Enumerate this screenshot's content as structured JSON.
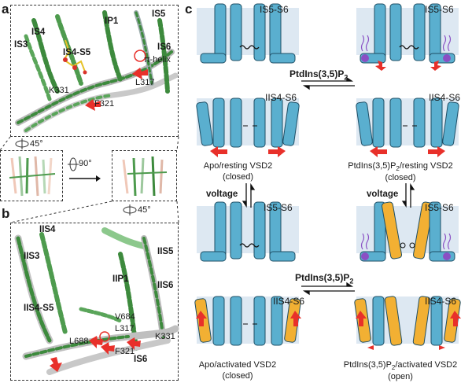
{
  "panels": {
    "a": "a",
    "b": "b",
    "c": "c"
  },
  "panel_a": {
    "labels": {
      "is3": "IS3",
      "is4": "IS4",
      "is4s5": "IS4-S5",
      "ip1": "IP1",
      "is5": "IS5",
      "is6": "IS6",
      "pihelix": "π-helix",
      "l317": "L317",
      "k331": "K331",
      "f321": "F321"
    }
  },
  "rotations": {
    "r45_a": "45°",
    "r90": "90°",
    "r45_b": "45°"
  },
  "panel_b": {
    "labels": {
      "iis4": "IIS4",
      "iis3": "IIS3",
      "iis4s5": "IIS4-S5",
      "iip1": "IIP1",
      "iis5": "IIS5",
      "iis6": "IIS6",
      "v684": "V684",
      "l317": "L317",
      "k331": "K331",
      "l688": "L688",
      "f321": "F321",
      "is6": "IS6"
    }
  },
  "panel_c": {
    "seg_top": "IS5-S6",
    "seg_bot": "IIS4-S6",
    "ligand": "PtdIns(3,5)P",
    "ligand_sub": "2",
    "voltage": "voltage",
    "states": {
      "tl": {
        "line1": "Apo/resting VSD2",
        "line2": "(closed)"
      },
      "tr": {
        "pre": "PtdIns(3,5)P",
        "sub": "2",
        "post": "/resting VSD2",
        "line2": "(closed)"
      },
      "bl": {
        "line1": "Apo/activated VSD2",
        "line2": "(closed)"
      },
      "br": {
        "pre": "PtdIns(3,5)P",
        "sub": "2",
        "post": "/activated VSD2",
        "line2": "(open)"
      }
    }
  },
  "colors": {
    "helix": "#5aafcf",
    "helix_active": "#f2b033",
    "membrane": "#dde8f2",
    "arrow": "#e8302a",
    "lipid": "#8a4fc4",
    "green": "#3d8a3d"
  }
}
